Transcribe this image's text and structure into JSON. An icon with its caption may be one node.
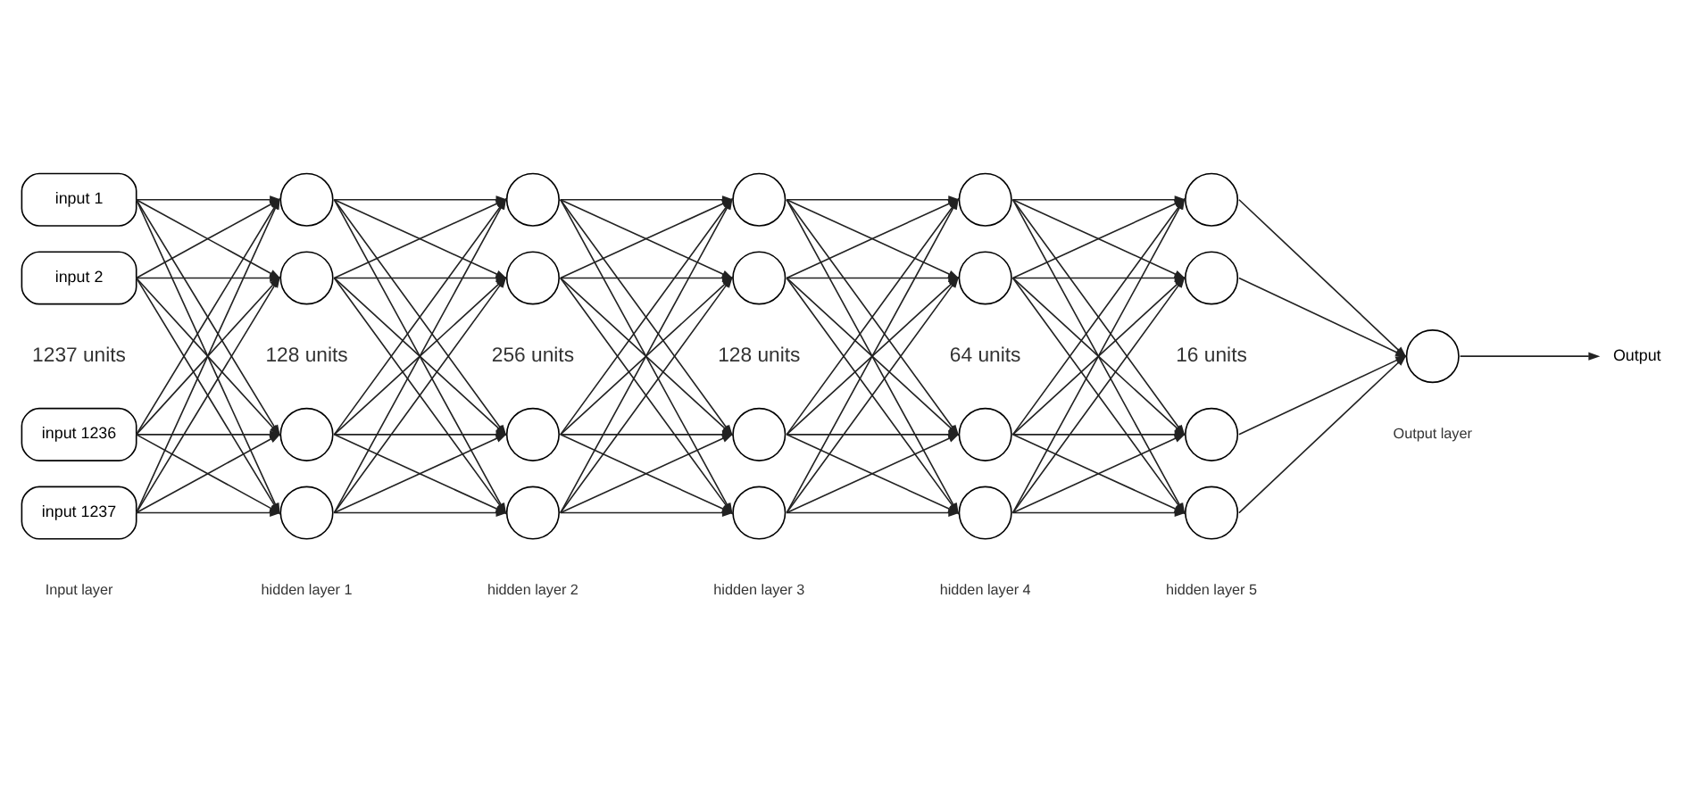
{
  "diagram": {
    "nodes": [
      {
        "text": [
          "input 1"
        ]
      },
      {
        "text": [
          "input 2"
        ]
      },
      {
        "text": [
          "input 1236"
        ]
      },
      {
        "text": [
          "input 1237"
        ]
      },
      {
        "text": [],
        "shape": "circle"
      },
      {
        "text": [],
        "shape": "circle"
      },
      {
        "text": [],
        "shape": "circle"
      },
      {
        "text": [],
        "shape": "circle"
      },
      {
        "text": [],
        "shape": "circle"
      },
      {
        "text": [],
        "shape": "circle"
      },
      {
        "text": [],
        "shape": "circle"
      },
      {
        "text": [],
        "shape": "circle"
      },
      {
        "text": [],
        "shape": "circle"
      },
      {
        "text": [],
        "shape": "circle"
      },
      {
        "text": [],
        "shape": "circle"
      },
      {
        "text": [],
        "shape": "circle"
      },
      {
        "text": [],
        "shape": "circle"
      },
      {
        "text": [],
        "shape": "circle"
      },
      {
        "text": [],
        "shape": "circle"
      },
      {
        "text": [],
        "shape": "circle"
      },
      {
        "text": [],
        "shape": "circle"
      },
      {
        "text": [],
        "shape": "circle"
      },
      {
        "text": [],
        "shape": "circle"
      },
      {
        "text": [],
        "shape": "circle"
      },
      {
        "text": [],
        "shape": "circle"
      },
      {
        "text": [
          "Output"
        ]
      }
    ],
    "edges": [
      {
        "from": 0,
        "to": 4,
        "arrow": "to"
      },
      {
        "from": 0,
        "to": 5,
        "arrow": "to"
      },
      {
        "from": 0,
        "to": 6,
        "arrow": "to"
      },
      {
        "from": 0,
        "to": 7,
        "arrow": "to"
      },
      {
        "from": 1,
        "to": 4,
        "arrow": "to"
      },
      {
        "from": 1,
        "to": 5,
        "arrow": "to"
      },
      {
        "from": 1,
        "to": 6,
        "arrow": "to"
      },
      {
        "from": 1,
        "to": 7,
        "arrow": "to"
      },
      {
        "from": 2,
        "to": 4,
        "arrow": "to"
      },
      {
        "from": 2,
        "to": 5,
        "arrow": "to"
      },
      {
        "from": 2,
        "to": 6,
        "arrow": "to"
      },
      {
        "from": 2,
        "to": 7,
        "arrow": "to"
      },
      {
        "from": 3,
        "to": 4,
        "arrow": "to"
      },
      {
        "from": 3,
        "to": 5,
        "arrow": "to"
      },
      {
        "from": 3,
        "to": 6,
        "arrow": "to"
      },
      {
        "from": 3,
        "to": 7,
        "arrow": "to"
      },
      {
        "from": 4,
        "to": 8,
        "arrow": "to"
      },
      {
        "from": 4,
        "to": 9,
        "arrow": "to"
      },
      {
        "from": 4,
        "to": 10,
        "arrow": "to"
      },
      {
        "from": 4,
        "to": 11,
        "arrow": "to"
      },
      {
        "from": 5,
        "to": 8,
        "arrow": "to"
      },
      {
        "from": 5,
        "to": 9,
        "arrow": "to"
      },
      {
        "from": 5,
        "to": 10,
        "arrow": "to"
      },
      {
        "from": 5,
        "to": 11,
        "arrow": "to"
      },
      {
        "from": 6,
        "to": 8,
        "arrow": "to"
      },
      {
        "from": 6,
        "to": 9,
        "arrow": "to"
      },
      {
        "from": 6,
        "to": 10,
        "arrow": "to"
      },
      {
        "from": 6,
        "to": 11,
        "arrow": "to"
      },
      {
        "from": 7,
        "to": 8,
        "arrow": "to"
      },
      {
        "from": 7,
        "to": 9,
        "arrow": "to"
      },
      {
        "from": 7,
        "to": 10,
        "arrow": "to"
      },
      {
        "from": 7,
        "to": 11,
        "arrow": "to"
      },
      {
        "from": 8,
        "to": 12,
        "arrow": "to"
      },
      {
        "from": 8,
        "to": 13,
        "arrow": "to"
      },
      {
        "from": 8,
        "to": 14,
        "arrow": "to"
      },
      {
        "from": 8,
        "to": 15,
        "arrow": "to"
      },
      {
        "from": 9,
        "to": 12,
        "arrow": "to"
      },
      {
        "from": 9,
        "to": 13,
        "arrow": "to"
      },
      {
        "from": 9,
        "to": 14,
        "arrow": "to"
      },
      {
        "from": 9,
        "to": 15,
        "arrow": "to"
      },
      {
        "from": 10,
        "to": 12,
        "arrow": "to"
      },
      {
        "from": 10,
        "to": 13,
        "arrow": "to"
      },
      {
        "from": 10,
        "to": 14,
        "arrow": "to"
      },
      {
        "from": 10,
        "to": 15,
        "arrow": "to"
      },
      {
        "from": 11,
        "to": 12,
        "arrow": "to"
      },
      {
        "from": 11,
        "to": 13,
        "arrow": "to"
      },
      {
        "from": 11,
        "to": 14,
        "arrow": "to"
      },
      {
        "from": 11,
        "to": 15,
        "arrow": "to"
      },
      {
        "from": 12,
        "to": 16,
        "arrow": "to"
      },
      {
        "from": 12,
        "to": 17,
        "arrow": "to"
      },
      {
        "from": 12,
        "to": 18,
        "arrow": "to"
      },
      {
        "from": 12,
        "to": 19,
        "arrow": "to"
      },
      {
        "from": 13,
        "to": 16,
        "arrow": "to"
      },
      {
        "from": 13,
        "to": 17,
        "arrow": "to"
      },
      {
        "from": 13,
        "to": 18,
        "arrow": "to"
      },
      {
        "from": 13,
        "to": 19,
        "arrow": "to"
      },
      {
        "from": 14,
        "to": 16,
        "arrow": "to"
      },
      {
        "from": 14,
        "to": 17,
        "arrow": "to"
      },
      {
        "from": 14,
        "to": 18,
        "arrow": "to"
      },
      {
        "from": 14,
        "to": 19,
        "arrow": "to"
      },
      {
        "from": 15,
        "to": 16,
        "arrow": "to"
      },
      {
        "from": 15,
        "to": 17,
        "arrow": "to"
      },
      {
        "from": 15,
        "to": 18,
        "arrow": "to"
      },
      {
        "from": 15,
        "to": 19,
        "arrow": "to"
      },
      {
        "from": 16,
        "to": 20,
        "arrow": "to"
      },
      {
        "from": 16,
        "to": 21,
        "arrow": "to"
      },
      {
        "from": 16,
        "to": 22,
        "arrow": "to"
      },
      {
        "from": 16,
        "to": 23,
        "arrow": "to"
      },
      {
        "from": 17,
        "to": 20,
        "arrow": "to"
      },
      {
        "from": 17,
        "to": 21,
        "arrow": "to"
      },
      {
        "from": 17,
        "to": 22,
        "arrow": "to"
      },
      {
        "from": 17,
        "to": 23,
        "arrow": "to"
      },
      {
        "from": 18,
        "to": 20,
        "arrow": "to"
      },
      {
        "from": 18,
        "to": 21,
        "arrow": "to"
      },
      {
        "from": 18,
        "to": 22,
        "arrow": "to"
      },
      {
        "from": 18,
        "to": 23,
        "arrow": "to"
      },
      {
        "from": 19,
        "to": 20,
        "arrow": "to"
      },
      {
        "from": 19,
        "to": 21,
        "arrow": "to"
      },
      {
        "from": 19,
        "to": 22,
        "arrow": "to"
      },
      {
        "from": 19,
        "to": 23,
        "arrow": "to"
      },
      {
        "from": 20,
        "to": 24,
        "arrow": "to"
      },
      {
        "from": 21,
        "to": 24,
        "arrow": "to"
      },
      {
        "from": 22,
        "to": 24,
        "arrow": "to"
      },
      {
        "from": 23,
        "to": 24,
        "arrow": "to"
      },
      {
        "from": 24,
        "to": 25,
        "arrow": "to"
      }
    ],
    "labels": [
      "1237 units",
      "128 units",
      "256 units",
      "128 units",
      "64 units",
      "16 units",
      "Input layer",
      "hidden layer 1",
      "hidden layer 2",
      "hidden layer 3",
      "hidden layer 4",
      "hidden layer 5",
      "Output layer"
    ]
  }
}
